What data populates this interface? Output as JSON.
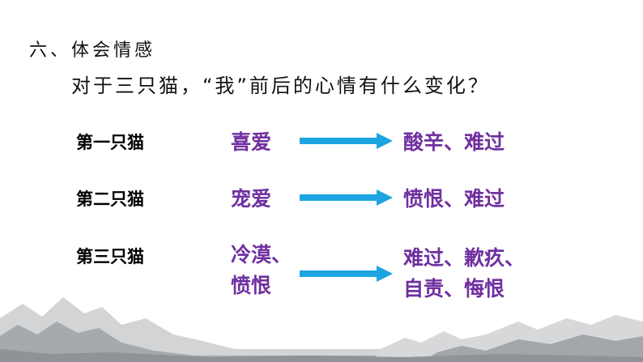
{
  "section_title": "六、体会情感",
  "question": "对于三只猫，“我”前后的心情有什么变化？",
  "rows": [
    {
      "label": "第一只猫",
      "before": [
        "喜爱"
      ],
      "after": [
        "酸辛、难过"
      ]
    },
    {
      "label": "第二只猫",
      "before": [
        "宠爱"
      ],
      "after": [
        "愤恨、难过"
      ]
    },
    {
      "label": "第三只猫",
      "before": [
        "冷漠、",
        "愤恨"
      ],
      "after": [
        "难过、歉疚、",
        "自责、悔恨"
      ]
    }
  ],
  "colors": {
    "emotion_text": "#7030a0",
    "arrow": "#1ca5e0",
    "body_text": "#111111"
  }
}
